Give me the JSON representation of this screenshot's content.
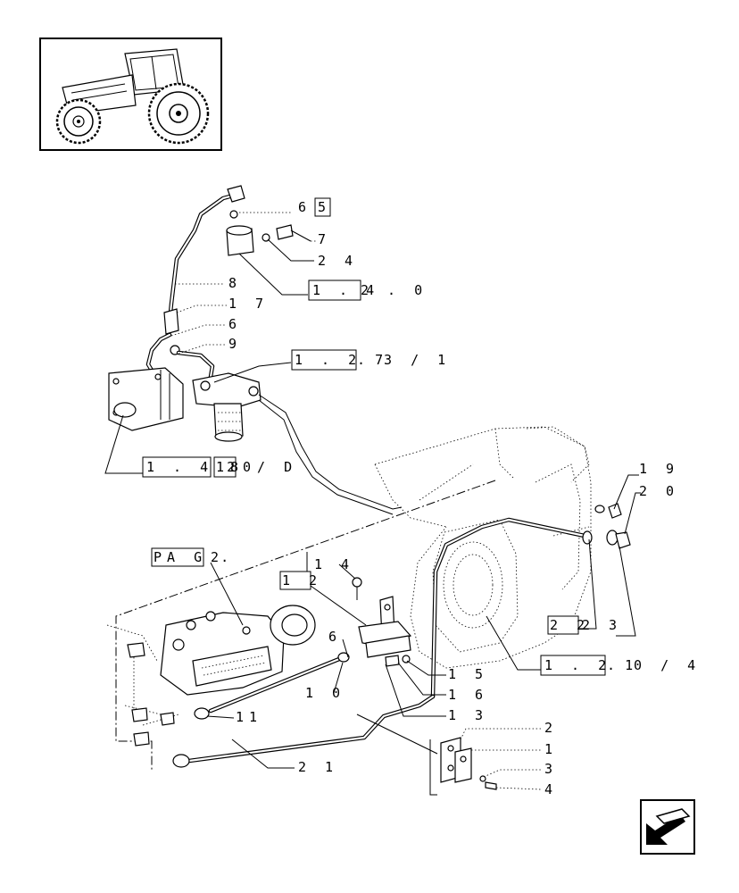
{
  "labels": {
    "ref_6_5": "6",
    "ref_6_5_box": "5",
    "ref_7": "7",
    "ref_24": "2 4",
    "ref_1_42_0_box": "1 . 4",
    "ref_1_42_0_rest": "2 . 0",
    "ref_8": "8",
    "ref_17": "1 7",
    "ref_6b": "6",
    "ref_9": "9",
    "ref_1_27_box": "1 . 2 7",
    "ref_1_27_rest": ". 3 / 1",
    "ref_1_42_10_box1": "1 . 4 2",
    "ref_1_42_10_box2": "1 0",
    "ref_1_42_10_rest": "8 / D",
    "ref_19": "1 9",
    "ref_20": "2 0",
    "ref_pag_box": "PA G .",
    "ref_pag_rest": "2",
    "ref_12_box": "1 2",
    "ref_14": "1 4",
    "ref_6c": "6",
    "ref_22_box": "2 2",
    "ref_23": "2 3",
    "ref_10": "1 0",
    "ref_15": "1 5",
    "ref_16": "1 6",
    "ref_13": "1 3",
    "ref_1_21_box": "1 . 2 1",
    "ref_1_21_rest": ". 0 / 4",
    "ref_11": "11",
    "ref_21": "2 1",
    "ref_2": "2",
    "ref_1": "1",
    "ref_3": "3",
    "ref_4": "4"
  }
}
